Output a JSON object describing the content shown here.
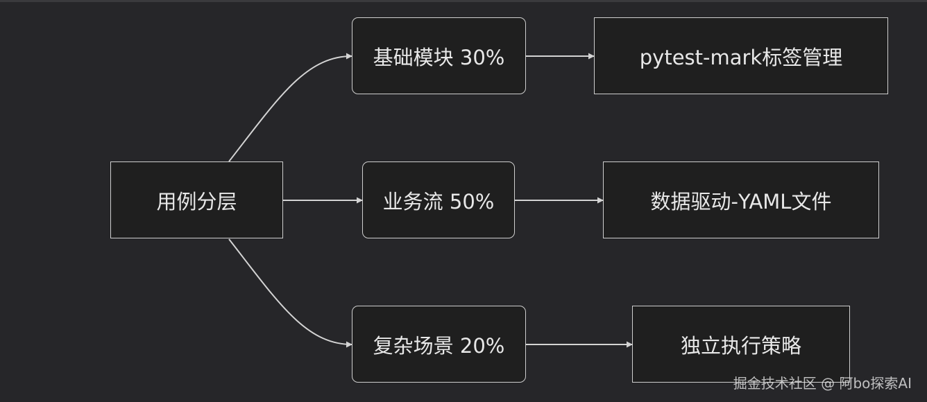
{
  "nodes": {
    "root": "用例分层",
    "basic": "基础模块 30%",
    "flow": "业务流 50%",
    "complex": "复杂场景 20%",
    "mark": "pytest-mark标签管理",
    "data": "数据驱动-YAML文件",
    "indep": "独立执行策略"
  },
  "watermark": "掘金技术社区 @ 阿bo探索AI",
  "colors": {
    "background": "#262629",
    "node_fill": "#1f1f1f",
    "node_border": "#cfcfcf",
    "edge": "#d4d4d4",
    "text": "#e8e8e8"
  }
}
